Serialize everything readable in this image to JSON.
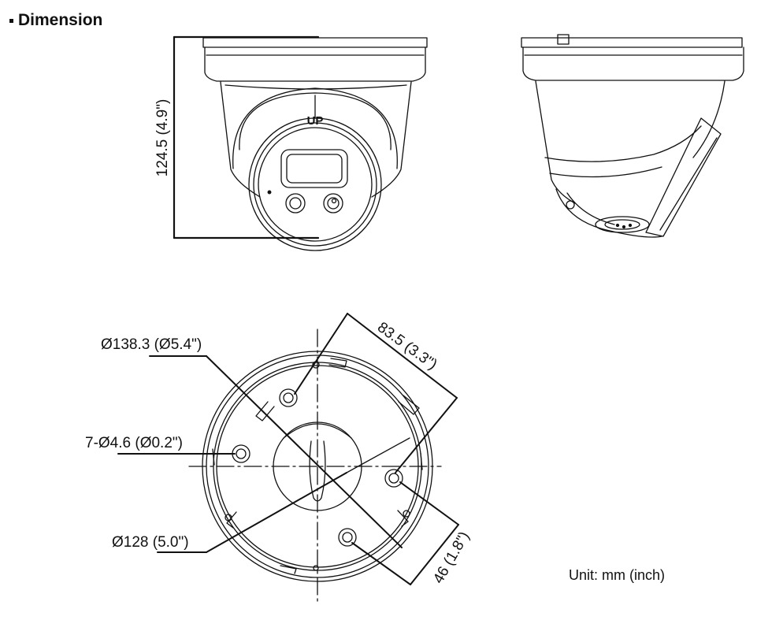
{
  "heading": "Dimension",
  "logo_text": "UP",
  "dimensions": {
    "height": "124.5 (4.9\")",
    "outer_diameter": "Ø138.3 (Ø5.4\")",
    "hole_spec": "7-Ø4.6 (Ø0.2\")",
    "inner_diameter": "Ø128 (5.0\")",
    "hole_spacing_long": "83.5 (3.3\")",
    "hole_spacing_short": "46 (1.8\")"
  },
  "unit_label": "Unit: mm (inch)"
}
